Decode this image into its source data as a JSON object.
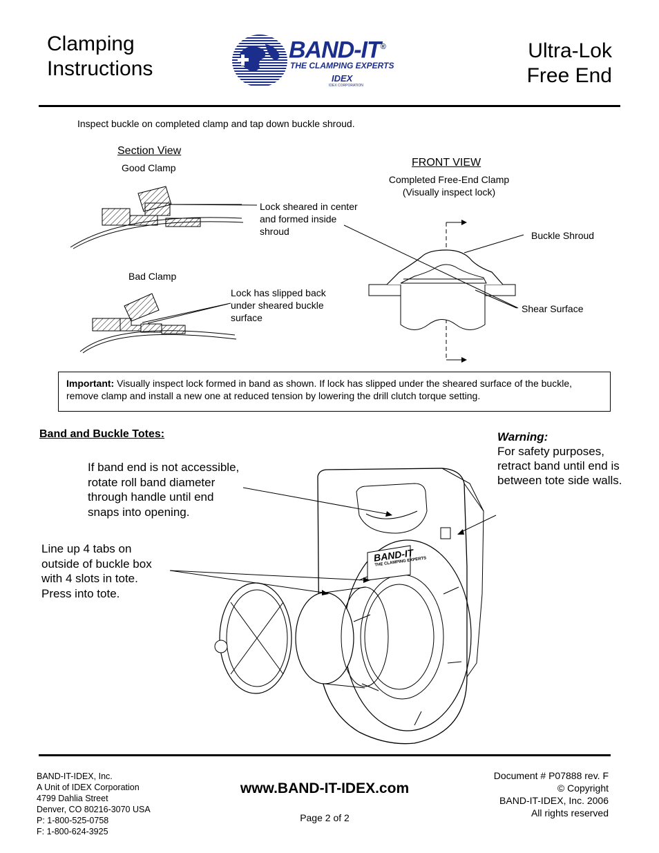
{
  "header": {
    "title_left": [
      "Clamping",
      "Instructions"
    ],
    "title_right": [
      "Ultra-Lok",
      "Free End"
    ],
    "logo": {
      "brand": "BAND-IT",
      "registered": "®",
      "tagline": "THE CLAMPING EXPERTS",
      "corp_mark": "IDEX",
      "corp_text": "IDEX CORPORATION"
    }
  },
  "intro": "Inspect buckle on completed clamp and tap down buckle shroud.",
  "section_view": {
    "title": "Section View",
    "good_label": "Good Clamp",
    "good_callout": [
      "Lock sheared in center",
      "and formed inside",
      "shroud"
    ],
    "bad_label": "Bad Clamp",
    "bad_callout": [
      "Lock has slipped back",
      "under sheared buckle",
      "surface"
    ]
  },
  "front_view": {
    "title": "FRONT VIEW",
    "subtitle": [
      "Completed Free-End Clamp",
      "(Visually inspect lock)"
    ],
    "buckle_shroud": "Buckle Shroud",
    "shear_surface": "Shear Surface"
  },
  "important": {
    "label": "Important:",
    "text": "Visually inspect lock formed in band as shown. If lock has slipped under the sheared surface of the buckle, remove clamp and install a new one at reduced tension by lowering the drill clutch torque setting."
  },
  "totes": {
    "heading": "Band and Buckle Totes:",
    "instruction_band": [
      "If band end is not accessible,",
      "rotate roll band diameter",
      "through handle until end",
      "snaps into opening."
    ],
    "instruction_tabs": [
      "Line up 4 tabs on",
      "outside of buckle box",
      "with 4 slots in tote.",
      "Press into tote."
    ],
    "warning_title": "Warning:",
    "warning_text": [
      "For safety purposes,",
      "retract band until end is",
      "between tote side walls."
    ],
    "tote_logo": "BAND-IT",
    "tote_tagline": "THE CLAMPING EXPERTS"
  },
  "footer": {
    "address": [
      "BAND-IT-IDEX, Inc.",
      "A Unit of IDEX Corporation",
      "4799 Dahlia Street",
      "Denver, CO 80216-3070 USA",
      "P: 1-800-525-0758",
      "F: 1-800-624-3925"
    ],
    "website": "www.BAND-IT-IDEX.com",
    "page": "Page 2 of 2",
    "document": [
      "Document # P07888 rev. F",
      "© Copyright",
      "BAND-IT-IDEX, Inc. 2006",
      "All rights reserved"
    ]
  }
}
